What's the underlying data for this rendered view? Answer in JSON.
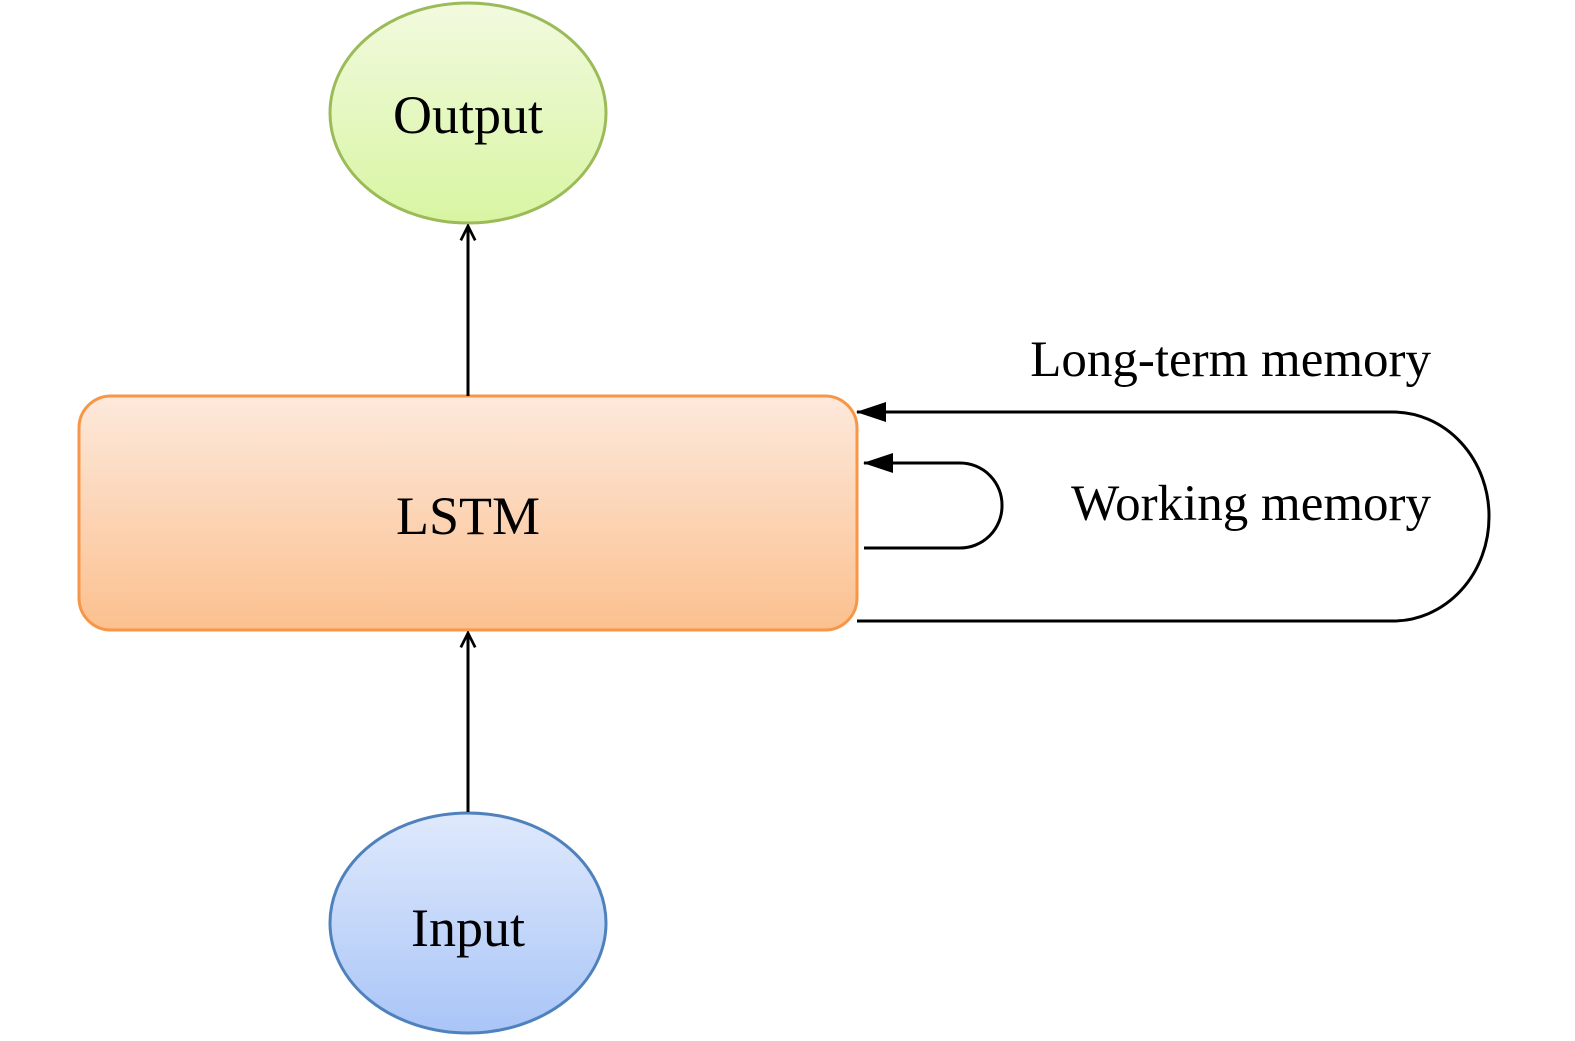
{
  "nodes": {
    "output": {
      "label": "Output",
      "fill_top": "#f2fadf",
      "fill_bottom": "#d8f5a2",
      "stroke": "#9bbb59"
    },
    "lstm": {
      "label": "LSTM",
      "fill_top": "#fde9dc",
      "fill_bottom": "#fbc08f",
      "stroke": "#f79646"
    },
    "input": {
      "label": "Input",
      "fill_top": "#dfe9fc",
      "fill_bottom": "#a9c5f7",
      "stroke": "#4f81bd"
    }
  },
  "edges": {
    "long_term_memory": {
      "label": "Long-term memory"
    },
    "working_memory": {
      "label": "Working memory"
    }
  },
  "line_color": "#000000"
}
